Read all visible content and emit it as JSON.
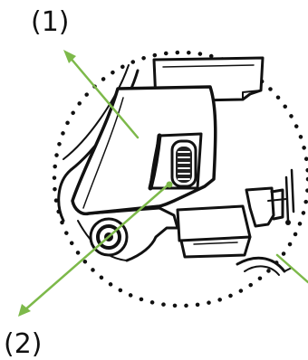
{
  "diagram": {
    "callouts": [
      {
        "id": "1",
        "label": "(1)"
      },
      {
        "id": "2",
        "label": "(2)"
      }
    ],
    "colors": {
      "leader_line": "#7db94a",
      "drawing_ink": "#111111",
      "dotted_circle": "#111111",
      "background": "#ffffff"
    },
    "icons": {
      "callout_arrow": "arrow-icon",
      "slide_switch": "slide-switch-icon",
      "dotted_detail_circle": "detail-circle-icon"
    }
  }
}
